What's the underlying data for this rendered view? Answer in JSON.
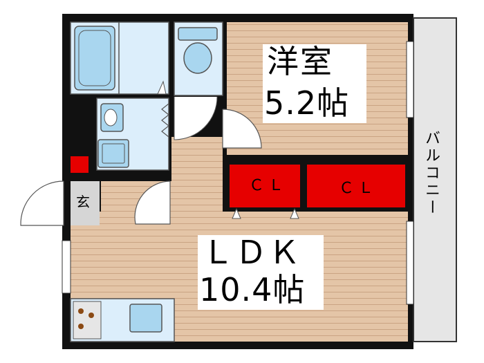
{
  "rooms": {
    "western_room": {
      "name": "洋室",
      "size": "5.2帖"
    },
    "ldk": {
      "name": "ＬＤＫ",
      "size": "10.4帖"
    },
    "closet_left": {
      "label": "ＣＬ"
    },
    "closet_right": {
      "label": "ＣＬ"
    },
    "entrance": {
      "label": "玄"
    },
    "balcony": {
      "label": "バルコニー"
    }
  },
  "colors": {
    "wall": "#111111",
    "floor_wood": "#e4c5a7",
    "floor_line": "#c9a383",
    "wet_area": "#dceefb",
    "fixture": "#a9d6ef",
    "closet": "#e60000",
    "entrance_floor": "#d6d6d6",
    "balcony": "#e6e6e6"
  },
  "icons": [
    "bathtub-icon",
    "toilet-icon",
    "sink-icon",
    "washer-icon",
    "stove-icon",
    "kitchen-sink-icon"
  ]
}
